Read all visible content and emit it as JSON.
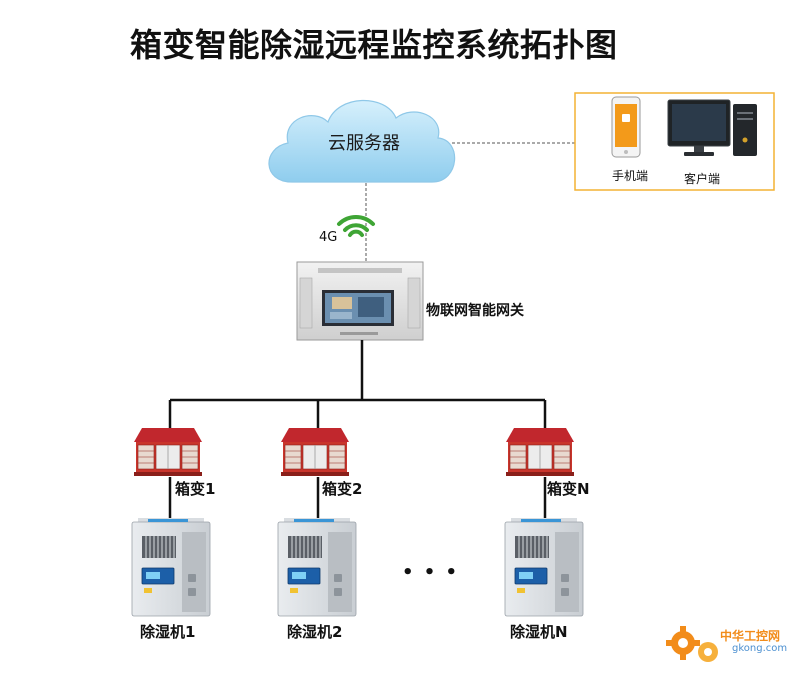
{
  "title": "箱变智能除湿远程监控系统拓扑图",
  "cloud": {
    "label": "云服务器"
  },
  "clients": {
    "mobile_label": "手机端",
    "desktop_label": "客户端"
  },
  "network": {
    "label": "4G"
  },
  "gateway": {
    "label": "物联网智能网关"
  },
  "substations": [
    {
      "label": "箱变1"
    },
    {
      "label": "箱变2"
    },
    {
      "label": "箱变N"
    }
  ],
  "dehumidifiers": [
    {
      "label": "除湿机1"
    },
    {
      "label": "除湿机2"
    },
    {
      "label": "除湿机N"
    }
  ],
  "ellipsis": "• • •",
  "watermark": {
    "name": "中华工控网",
    "domain": "gkong.com"
  },
  "colors": {
    "cloud": "#aedcf5",
    "border_orange": "#f3b233",
    "wifi_green": "#3fa535",
    "substation_red": "#c1272d",
    "watermark_orange": "#f28c1a"
  }
}
